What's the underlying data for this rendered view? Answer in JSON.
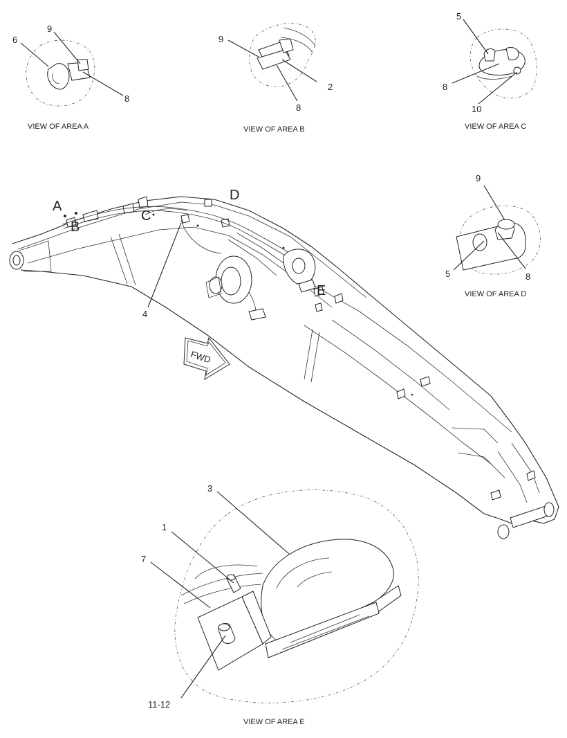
{
  "views": {
    "a": {
      "caption": "VIEW OF AREA A",
      "callouts": [
        "6",
        "9",
        "8"
      ]
    },
    "b": {
      "caption": "VIEW OF AREA B",
      "callouts": [
        "9",
        "2",
        "8"
      ]
    },
    "c": {
      "caption": "VIEW OF AREA C",
      "callouts": [
        "5",
        "8",
        "10"
      ]
    },
    "d": {
      "caption": "VIEW OF AREA D",
      "callouts": [
        "9",
        "5",
        "8"
      ]
    },
    "e": {
      "caption": "VIEW OF AREA E",
      "callouts": [
        "3",
        "1",
        "7",
        "11-12"
      ]
    }
  },
  "boom": {
    "area_labels": [
      "A",
      "B",
      "C",
      "D",
      "E"
    ],
    "callout": "4",
    "direction": "FWD"
  }
}
